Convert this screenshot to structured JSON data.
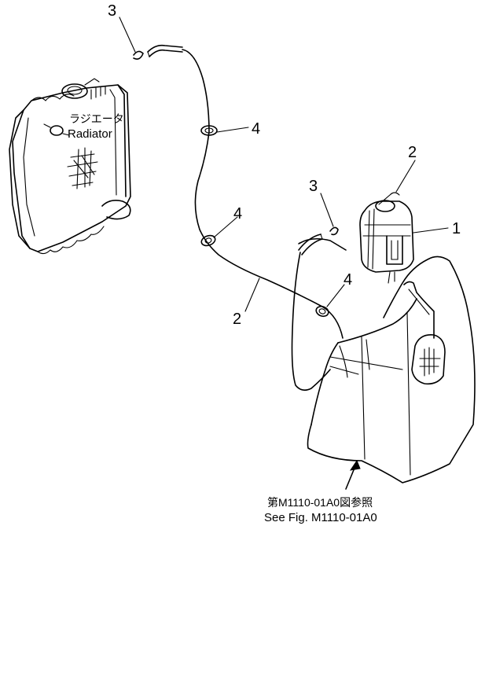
{
  "diagram": {
    "radiator_label_jp": "ラジエータ",
    "radiator_label_en": "Radiator",
    "ref_jp": "第M1110-01A0図参照",
    "ref_en": "See Fig. M1110-01A0",
    "callouts": {
      "c1": "1",
      "c2_top": "2",
      "c2_hose": "2",
      "c3_top": "3",
      "c3_tank": "3",
      "c4_upper": "4",
      "c4_middle": "4",
      "c4_lower": "4"
    }
  }
}
